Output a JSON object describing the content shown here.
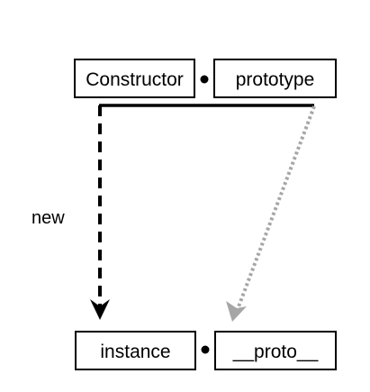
{
  "diagram": {
    "nodes": {
      "constructor": {
        "label": "Constructor"
      },
      "prototype": {
        "label": "prototype"
      },
      "instance": {
        "label": "instance"
      },
      "proto": {
        "label": "__proto__"
      }
    },
    "edges": {
      "new_edge": {
        "label": "new",
        "style": "dashed",
        "color": "#000000",
        "from": "constructor",
        "to": "instance"
      },
      "proto_edge": {
        "label": "",
        "style": "dotted",
        "color": "#a6a6a6",
        "from": "prototype",
        "to": "proto"
      }
    },
    "colors": {
      "stroke": "#000000",
      "fill": "#ffffff",
      "dotted_arrow": "#a6a6a6"
    }
  }
}
